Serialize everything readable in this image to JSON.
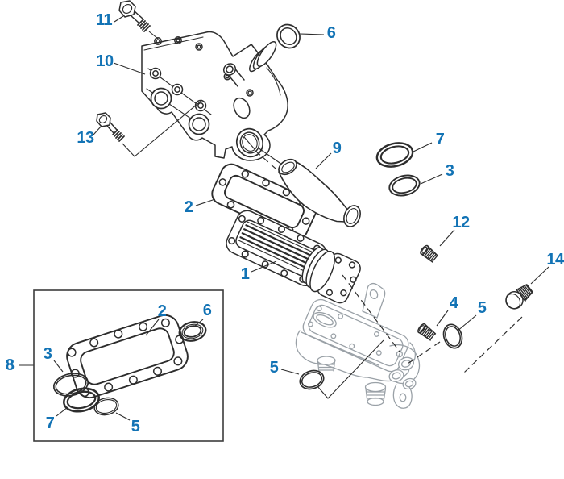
{
  "colors": {
    "accent": "#1273b5",
    "line": "#2d2d2d",
    "ghost": "#9aa1a7",
    "boxline": "#3c3c3c",
    "bg": "#ffffff"
  },
  "callouts": {
    "c1": "1",
    "c2": "2",
    "c3": "3",
    "c4": "4",
    "c5_left": "5",
    "c5_right": "5",
    "c6": "6",
    "c7": "7",
    "c8": "8",
    "c9": "9",
    "c10": "10",
    "c11": "11",
    "c12": "12",
    "c13": "13",
    "c14": "14",
    "box_c2": "2",
    "box_c3": "3",
    "box_c5": "5",
    "box_c6": "6",
    "box_c7": "7"
  }
}
